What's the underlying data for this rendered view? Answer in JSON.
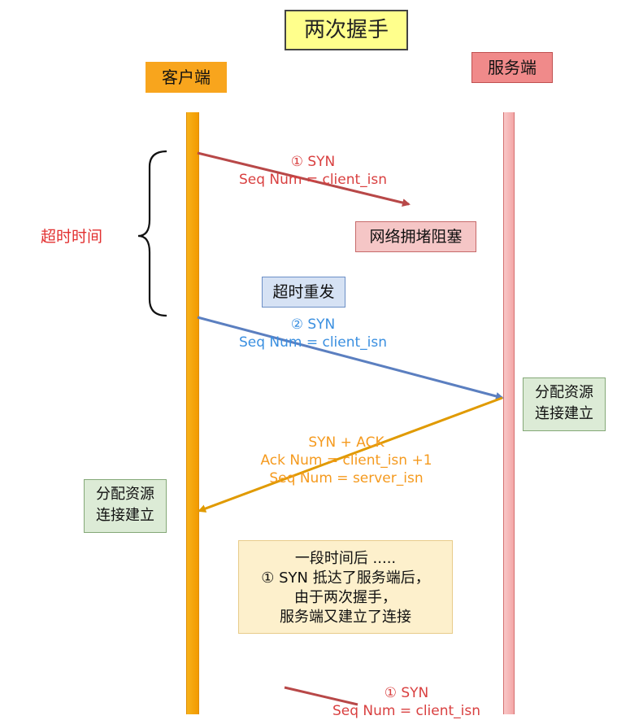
{
  "title": "两次握手",
  "client": "客户端",
  "server": "服务端",
  "timeout_label": "超时时间",
  "congestion_label": "网络拥堵阻塞",
  "retransmit_label": "超时重发",
  "messages": [
    {
      "line1": "① SYN",
      "line2": "Seq Num = client_isn",
      "color": "#d94040"
    },
    {
      "line1": "② SYN",
      "line2": "Seq Num = client_isn",
      "color": "#3a8fe0"
    },
    {
      "line1": "SYN + ACK",
      "line2": "Ack Num =  client_isn +1",
      "line3": "Seq Num = server_isn",
      "color": "#f59a1e"
    },
    {
      "line1": "① SYN",
      "line2": "Seq Num = client_isn",
      "color": "#d94040"
    }
  ],
  "alloc_server": {
    "line1": "分配资源",
    "line2": "连接建立"
  },
  "alloc_client": {
    "line1": "分配资源",
    "line2": "连接建立"
  },
  "note": {
    "line1": "一段时间后 .....",
    "line2": "① SYN 抵达了服务端后，",
    "line3": "由于两次握手，",
    "line4": "服务端又建立了连接"
  },
  "colors": {
    "client": "#f8a51d",
    "server": "#f08a8a",
    "syn1": "#b84848",
    "syn2": "#5b7fc0",
    "synack": "#e09a00"
  }
}
